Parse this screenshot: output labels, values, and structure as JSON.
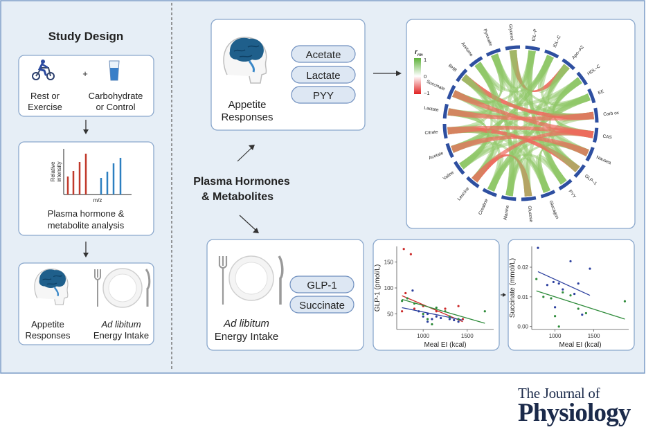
{
  "left_panel": {
    "title": "Study Design",
    "step1": {
      "rest_exercise": [
        "Rest or",
        "Exercise"
      ],
      "plus": "+",
      "carb_control": [
        "Carbohydrate",
        "or Control"
      ]
    },
    "step2": {
      "y_label": [
        "Relative",
        "intensity"
      ],
      "x_label": "m/z",
      "caption": [
        "Plasma hormone &",
        "metabolite analysis"
      ]
    },
    "step3": {
      "appetite": [
        "Appetite",
        "Responses"
      ],
      "intake_italic": "Ad libitum",
      "intake": "Energy Intake"
    }
  },
  "center_label": [
    "Plasma Hormones",
    "& Metabolites"
  ],
  "appetite_box": {
    "label": [
      "Appetite",
      "Responses"
    ],
    "pills": [
      "Acetate",
      "Lactate",
      "PYY"
    ]
  },
  "intake_box": {
    "label_italic": "Ad libitum",
    "label": "Energy Intake",
    "pills": [
      "GLP-1",
      "Succinate"
    ]
  },
  "chord": {
    "legend_title": "r",
    "legend_sub": "rm",
    "legend_ticks": [
      "1",
      "0",
      "−1"
    ],
    "labels": [
      "Glycerol",
      "IDL–P",
      "IDL–C",
      "Apo–A2",
      "HDL–C",
      "EE",
      "Carb ox",
      "CAS",
      "Nausea",
      "GLP–1",
      "PYY",
      "Glucagon",
      "Glucose",
      "Alanine",
      "Creatine",
      "Leucine",
      "Valine",
      "Acetate",
      "Citrate",
      "Lactate",
      "Succinate",
      "BHB",
      "Acetone",
      "Pyruvate"
    ],
    "colors": {
      "positive": "#8fc768",
      "negative": "#ee6a5c",
      "ring": "#2e4fa0"
    }
  },
  "charts": [
    {
      "type": "scatter",
      "xlabel": "Meal EI (kcal)",
      "ylabel": "GLP-1 (pmol/L)",
      "xticks": [
        1000,
        1500
      ],
      "yticks": [
        50,
        100,
        150
      ],
      "xlim": [
        700,
        1800
      ],
      "ylim": [
        20,
        180
      ],
      "series": [
        {
          "color": "#cc2a2a",
          "points": [
            [
              780,
              175
            ],
            [
              860,
              165
            ],
            [
              800,
              90
            ],
            [
              760,
              55
            ],
            [
              900,
              60
            ],
            [
              1000,
              65
            ],
            [
              1150,
              55
            ],
            [
              1250,
              60
            ],
            [
              1400,
              65
            ],
            [
              1450,
              40
            ]
          ],
          "fit": [
            [
              760,
              85
            ],
            [
              1450,
              35
            ]
          ]
        },
        {
          "color": "#2b3f9e",
          "points": [
            [
              880,
              95
            ],
            [
              950,
              55
            ],
            [
              1000,
              45
            ],
            [
              1050,
              50
            ],
            [
              1100,
              40
            ],
            [
              1150,
              45
            ],
            [
              1200,
              42
            ],
            [
              1300,
              40
            ],
            [
              1350,
              38
            ],
            [
              1400,
              35
            ],
            [
              1050,
              35
            ]
          ],
          "fit": [
            [
              760,
              62
            ],
            [
              1450,
              38
            ]
          ]
        },
        {
          "color": "#2e8b3a",
          "points": [
            [
              760,
              75
            ],
            [
              820,
              80
            ],
            [
              900,
              70
            ],
            [
              1000,
              50
            ],
            [
              1050,
              40
            ],
            [
              1150,
              62
            ],
            [
              1250,
              55
            ],
            [
              1300,
              45
            ],
            [
              1400,
              40
            ],
            [
              1700,
              55
            ],
            [
              1100,
              30
            ]
          ],
          "fit": [
            [
              760,
              78
            ],
            [
              1700,
              32
            ]
          ]
        }
      ]
    },
    {
      "type": "scatter",
      "xlabel": "Meal EI (kcal)",
      "ylabel": "Succinate (mmol/L)",
      "xticks": [
        1000,
        1500
      ],
      "yticks": [
        "0.00",
        "0.01",
        "0.02"
      ],
      "xlim": [
        700,
        1950
      ],
      "ylim": [
        -0.001,
        0.027
      ],
      "series": [
        {
          "color": "#2b3f9e",
          "points": [
            [
              780,
              0.0265
            ],
            [
              900,
              0.014
            ],
            [
              980,
              0.015
            ],
            [
              1050,
              0.0145
            ],
            [
              1100,
              0.0125
            ],
            [
              1200,
              0.022
            ],
            [
              1250,
              0.011
            ],
            [
              1300,
              0.0145
            ],
            [
              1350,
              0.004
            ],
            [
              1450,
              0.0195
            ],
            [
              1000,
              0.0065
            ]
          ],
          "fit": [
            [
              780,
              0.0185
            ],
            [
              1450,
              0.0105
            ]
          ]
        },
        {
          "color": "#2e8b3a",
          "points": [
            [
              760,
              0.016
            ],
            [
              850,
              0.01
            ],
            [
              950,
              0.0095
            ],
            [
              1050,
              0.0
            ],
            [
              1100,
              0.0115
            ],
            [
              1200,
              0.0105
            ],
            [
              1300,
              0.006
            ],
            [
              1400,
              0.0045
            ],
            [
              1900,
              0.0085
            ],
            [
              1000,
              0.0035
            ]
          ],
          "fit": [
            [
              760,
              0.012
            ],
            [
              1900,
              0.0025
            ]
          ]
        }
      ]
    }
  ],
  "journal": {
    "line1": "The Journal of",
    "line2": "Physiology"
  }
}
